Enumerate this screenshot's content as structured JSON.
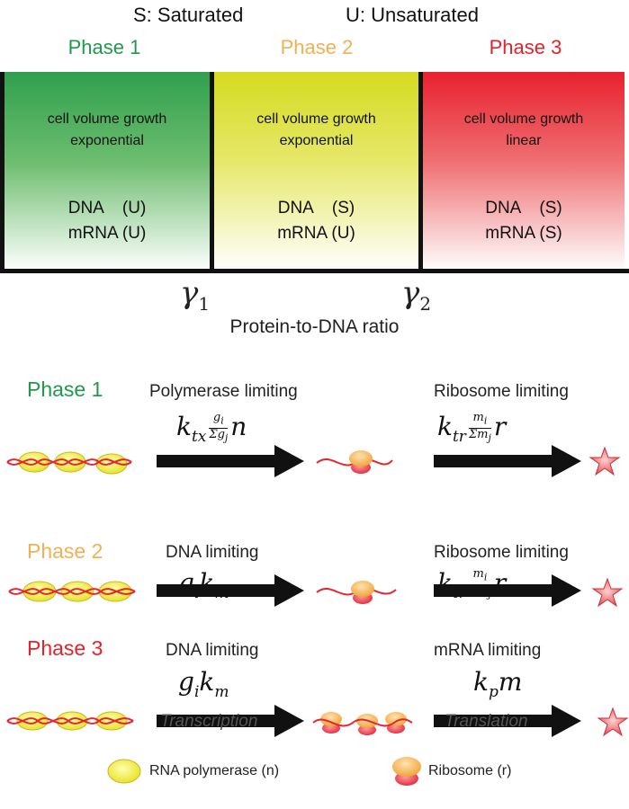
{
  "legend_top": {
    "saturated": "S: Saturated",
    "unsaturated": "U: Unsaturated"
  },
  "phases": [
    {
      "title": "Phase 1",
      "color": "#1e9a4a",
      "growth_line1": "cell volume growth",
      "growth_line2": "exponential",
      "dna": "DNA    (U)",
      "mrna": "mRNA (U)"
    },
    {
      "title": "Phase 2",
      "color": "#f2b055",
      "growth_line1": "cell volume growth",
      "growth_line2": "exponential",
      "dna": "DNA    (S)",
      "mrna": "mRNA (U)"
    },
    {
      "title": "Phase 3",
      "color": "#e8202a",
      "growth_line1": "cell volume growth",
      "growth_line2": "linear",
      "dna": "DNA    (S)",
      "mrna": "mRNA (S)"
    }
  ],
  "thresholds": {
    "gamma1": {
      "symbol": "γ",
      "sub": "1"
    },
    "gamma2": {
      "symbol": "γ",
      "sub": "2"
    }
  },
  "x_axis_label": "Protein-to-DNA ratio",
  "rows": [
    {
      "phase": "Phase 1",
      "color": "#1e9a4a",
      "transcription_limit": "Polymerase limiting",
      "translation_limit": "Ribosome limiting",
      "transcription_rate": {
        "k": "k",
        "k_sub": "tx",
        "num": "g",
        "num_sub": "i",
        "den": "Σg",
        "den_sub": "j",
        "tail": "n"
      },
      "translation_rate": {
        "k": "k",
        "k_sub": "tr",
        "num": "m",
        "num_sub": "i",
        "den": "Σm",
        "den_sub": "j",
        "tail": "r"
      }
    },
    {
      "phase": "Phase 2",
      "color": "#f2b055",
      "transcription_limit": "DNA limiting",
      "translation_limit": "Ribosome limiting",
      "transcription_rate": {
        "g": "g",
        "g_sub": "i",
        "k": "k",
        "k_sub": "m"
      },
      "translation_rate": {
        "k": "k",
        "k_sub": "tr",
        "num": "m",
        "num_sub": "i",
        "den": "Σm",
        "den_sub": "j",
        "tail": "r"
      }
    },
    {
      "phase": "Phase 3",
      "color": "#e8202a",
      "transcription_limit": "DNA limiting",
      "translation_limit": "mRNA limiting",
      "transcription_rate": {
        "g": "g",
        "g_sub": "i",
        "k": "k",
        "k_sub": "m"
      },
      "translation_rate": {
        "k": "k",
        "k_sub": "p",
        "tail": "m"
      },
      "transcription_label": "Transcription",
      "translation_label": "Translation"
    }
  ],
  "legend_bottom": {
    "polymerase": "RNA polymerase (n)",
    "ribosome": "Ribosome (r)"
  }
}
